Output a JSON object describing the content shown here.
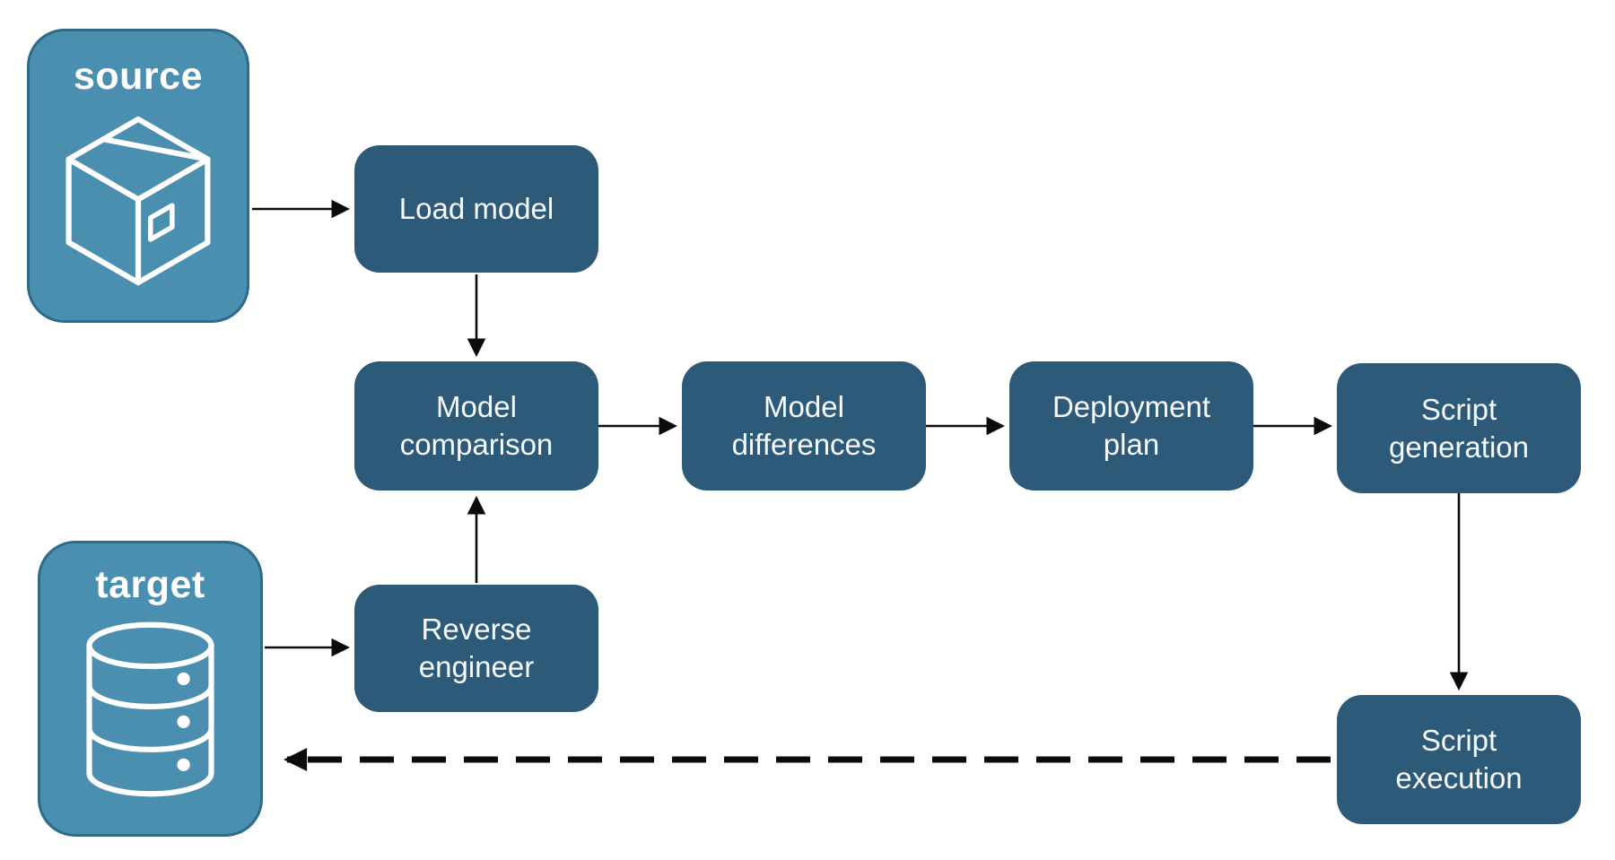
{
  "diagram": {
    "type": "flowchart",
    "background": "#FFFFFF",
    "colors": {
      "process_fill": "#2E5A7A",
      "endpoint_fill": "#4A8FB0",
      "endpoint_border": "#2E6B89",
      "label_text": "#FFFFFF",
      "arrow": "#0B0B0B"
    },
    "endpoints": [
      {
        "id": "source",
        "label": "source",
        "icon": "package-icon"
      },
      {
        "id": "target",
        "label": "target",
        "icon": "database-icon"
      }
    ],
    "processes": [
      {
        "id": "load-model",
        "label": "Load model"
      },
      {
        "id": "model-comparison",
        "label": "Model comparison"
      },
      {
        "id": "model-differences",
        "label": "Model differences"
      },
      {
        "id": "deployment-plan",
        "label": "Deployment plan"
      },
      {
        "id": "script-generation",
        "label": "Script generation"
      },
      {
        "id": "reverse-engineer",
        "label": "Reverse engineer"
      },
      {
        "id": "script-execution",
        "label": "Script execution"
      }
    ],
    "edges": [
      {
        "from": "source",
        "to": "load-model",
        "style": "solid"
      },
      {
        "from": "load-model",
        "to": "model-comparison",
        "style": "solid"
      },
      {
        "from": "model-comparison",
        "to": "model-differences",
        "style": "solid"
      },
      {
        "from": "model-differences",
        "to": "deployment-plan",
        "style": "solid"
      },
      {
        "from": "deployment-plan",
        "to": "script-generation",
        "style": "solid"
      },
      {
        "from": "target",
        "to": "reverse-engineer",
        "style": "solid"
      },
      {
        "from": "reverse-engineer",
        "to": "model-comparison",
        "style": "solid"
      },
      {
        "from": "script-generation",
        "to": "script-execution",
        "style": "solid"
      },
      {
        "from": "script-execution",
        "to": "target",
        "style": "dashed"
      }
    ]
  }
}
